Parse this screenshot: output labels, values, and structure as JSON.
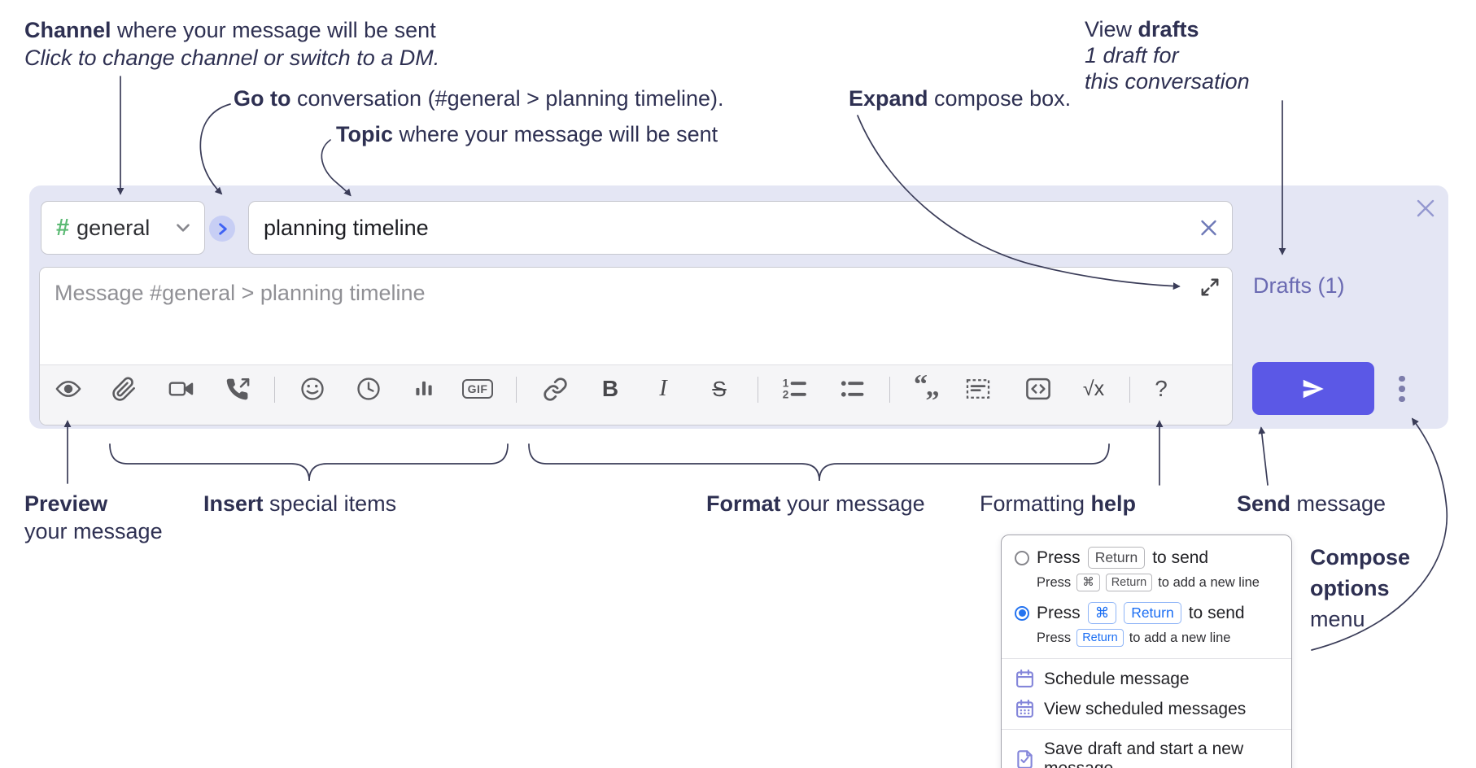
{
  "annotations": {
    "channel": {
      "bold": "Channel",
      "rest": " where your message will be sent",
      "sub": "Click to change channel or switch to a DM."
    },
    "goto": {
      "bold": "Go to",
      "rest": " conversation (#general > planning timeline)."
    },
    "topic": {
      "bold": "Topic",
      "rest": " where your message will be sent"
    },
    "expand": {
      "bold": "Expand",
      "rest": " compose box."
    },
    "view_drafts": {
      "pre": "View ",
      "bold": "drafts",
      "sub1": "1 draft for",
      "sub2": "this conversation"
    },
    "preview": {
      "bold": "Preview",
      "sub": "your message"
    },
    "insert": {
      "bold": "Insert",
      "rest": " special items"
    },
    "format": {
      "bold": "Format",
      "rest": " your message"
    },
    "help": {
      "pre": "Formatting ",
      "bold": "help"
    },
    "send": {
      "bold": "Send",
      "rest": " message"
    },
    "compose_options": {
      "line1": "Compose",
      "line2": "options",
      "line3": "menu"
    }
  },
  "compose": {
    "channel_hash": "#",
    "channel_name": "general",
    "topic_value": "planning timeline",
    "message_placeholder": "Message #general > planning timeline",
    "drafts_label": "Drafts (1)"
  },
  "toolbar": {
    "gif": "GIF",
    "bold": "B",
    "italic": "I",
    "strikethrough": "S",
    "math": "√x",
    "help": "?",
    "icon_names": [
      "preview",
      "attach-file",
      "start-video-call",
      "start-voice-call",
      "add-emoji",
      "add-global-time",
      "add-poll",
      "add-gif",
      "link",
      "bold",
      "italic",
      "strikethrough",
      "numbered-list",
      "bulleted-list",
      "quote",
      "spoiler",
      "code",
      "math",
      "formatting-help"
    ]
  },
  "menu": {
    "option1": {
      "pre": "Press",
      "key": "Return",
      "post": "to send",
      "selected": false,
      "sub": {
        "pre": "Press",
        "key1": "⌘",
        "key2": "Return",
        "post": "to add a new line"
      }
    },
    "option2": {
      "pre": "Press",
      "key1": "⌘",
      "key2": "Return",
      "post": "to send",
      "selected": true,
      "sub": {
        "pre": "Press",
        "key": "Return",
        "post": "to add a new line"
      }
    },
    "items": [
      {
        "label": "Schedule message",
        "icon": "calendar-icon"
      },
      {
        "label": "View scheduled messages",
        "icon": "calendar-grid-icon"
      },
      {
        "label": "Save draft and start a new message",
        "icon": "document-check-icon"
      }
    ]
  },
  "colors": {
    "container_bg": "#e4e6f4",
    "send_button": "#5b58e6",
    "drafts_link": "#6a6ab2",
    "hash_green": "#5cba74",
    "goto_blue": "#3e62f4",
    "goto_circle_bg": "#c7cef4",
    "selected_blue": "#2574f0",
    "menu_icon_purple": "#8486da",
    "annotation_ink": "#2e3052",
    "toolbar_icon": "#5c5c60"
  }
}
